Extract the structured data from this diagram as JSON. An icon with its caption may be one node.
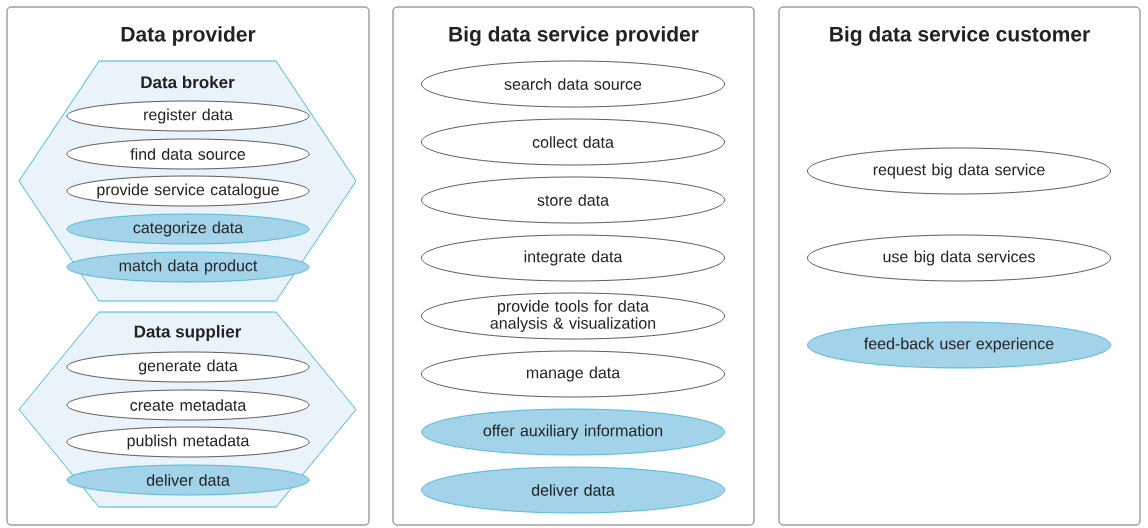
{
  "diagram": {
    "nodes": [
      {
        "text": [
          "Data provider"
        ]
      },
      {
        "text": [
          "Data broker"
        ],
        "in": 0
      },
      {
        "text": [
          "register data"
        ],
        "in": 1
      },
      {
        "text": [
          "find data source"
        ],
        "in": 1
      },
      {
        "text": [
          "provide service catalogue"
        ],
        "in": 1
      },
      {
        "text": [
          "categorize data"
        ],
        "in": 1
      },
      {
        "text": [
          "match data product"
        ],
        "in": 1
      },
      {
        "text": [
          "Data supplier"
        ],
        "in": 0
      },
      {
        "text": [
          "generate data"
        ],
        "in": 7
      },
      {
        "text": [
          "create metadata"
        ],
        "in": 7
      },
      {
        "text": [
          "publish metadata"
        ],
        "in": 7
      },
      {
        "text": [
          "deliver data"
        ],
        "in": 7
      },
      {
        "text": [
          "Big data service provider"
        ]
      },
      {
        "text": [
          "search data source"
        ],
        "in": 12
      },
      {
        "text": [
          "collect data"
        ],
        "in": 12
      },
      {
        "text": [
          "store data"
        ],
        "in": 12
      },
      {
        "text": [
          "integrate data"
        ],
        "in": 12
      },
      {
        "text": [
          "provide tools for data analysis & visualization"
        ],
        "in": 12
      },
      {
        "text": [
          "manage data"
        ],
        "in": 12
      },
      {
        "text": [
          "offer auxiliary information"
        ],
        "in": 12
      },
      {
        "text": [
          "deliver data"
        ],
        "in": 12
      },
      {
        "text": [
          "Big data service customer"
        ]
      },
      {
        "text": [
          "request big data service"
        ],
        "in": 21
      },
      {
        "text": [
          "use  big data services"
        ],
        "in": 21
      },
      {
        "text": [
          "feed-back user experience"
        ],
        "in": 21
      }
    ]
  }
}
